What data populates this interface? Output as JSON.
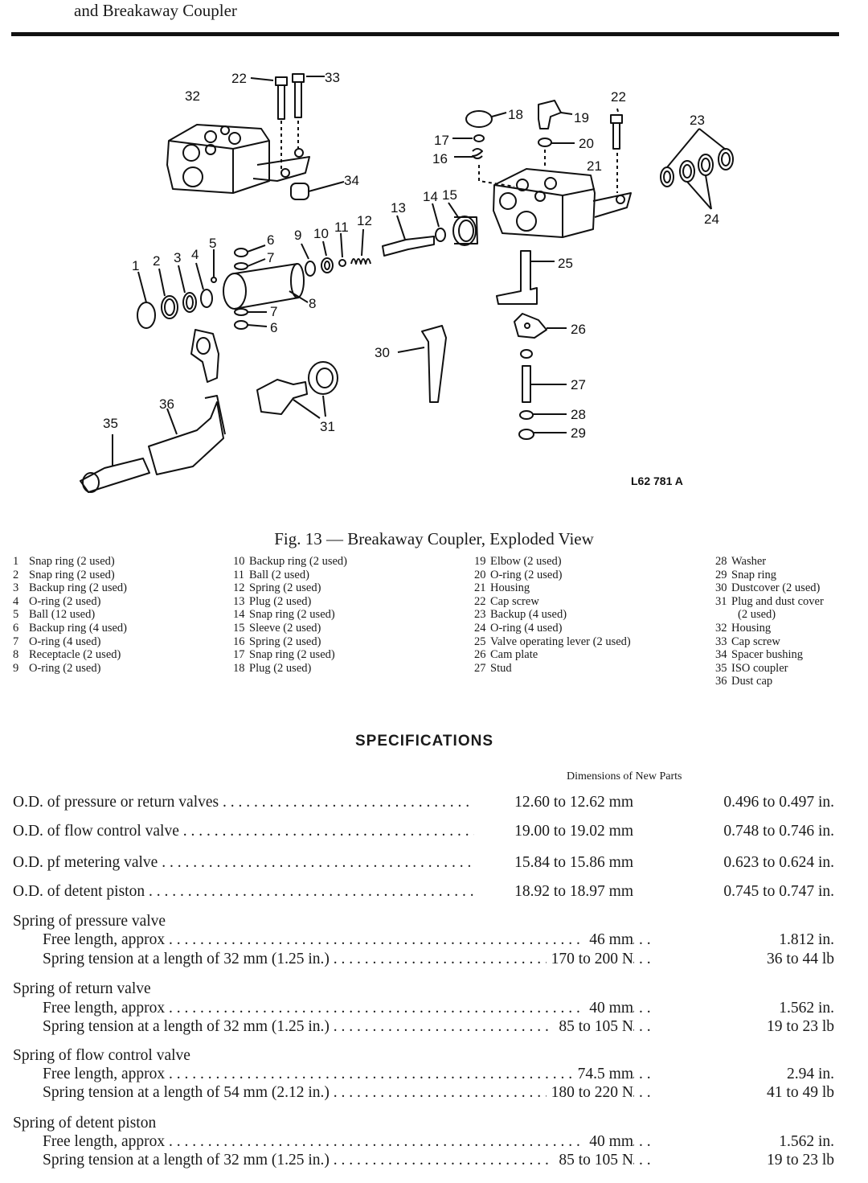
{
  "header": {
    "subtitle": "and Breakaway Coupler"
  },
  "figure": {
    "code": "L62 781 A",
    "caption": "Fig. 13 — Breakaway Coupler, Exploded View",
    "callouts": [
      "1",
      "2",
      "3",
      "4",
      "5",
      "6",
      "7",
      "8",
      "9",
      "10",
      "11",
      "12",
      "13",
      "14",
      "15",
      "16",
      "17",
      "18",
      "19",
      "20",
      "21",
      "22",
      "23",
      "24",
      "25",
      "26",
      "27",
      "28",
      "29",
      "30",
      "31",
      "32",
      "33",
      "34",
      "35",
      "36"
    ]
  },
  "legend": {
    "col1": [
      {
        "n": "1",
        "t": "Snap ring (2 used)"
      },
      {
        "n": "2",
        "t": "Snap ring (2 used)"
      },
      {
        "n": "3",
        "t": "Backup ring (2 used)"
      },
      {
        "n": "4",
        "t": "O-ring (2 used)"
      },
      {
        "n": "5",
        "t": "Ball (12 used)"
      },
      {
        "n": "6",
        "t": "Backup ring (4 used)"
      },
      {
        "n": "7",
        "t": "O-ring (4 used)"
      },
      {
        "n": "8",
        "t": "Receptacle (2 used)"
      },
      {
        "n": "9",
        "t": "O-ring (2 used)"
      }
    ],
    "col2": [
      {
        "n": "10",
        "t": "Backup ring (2 used)"
      },
      {
        "n": "11",
        "t": "Ball (2 used)"
      },
      {
        "n": "12",
        "t": "Spring (2 used)"
      },
      {
        "n": "13",
        "t": "Plug (2 used)"
      },
      {
        "n": "14",
        "t": "Snap ring (2 used)"
      },
      {
        "n": "15",
        "t": "Sleeve (2 used)"
      },
      {
        "n": "16",
        "t": "Spring (2 used)"
      },
      {
        "n": "17",
        "t": "Snap ring (2 used)"
      },
      {
        "n": "18",
        "t": "Plug (2 used)"
      }
    ],
    "col3": [
      {
        "n": "19",
        "t": "Elbow (2 used)"
      },
      {
        "n": "20",
        "t": "O-ring (2 used)"
      },
      {
        "n": "21",
        "t": "Housing"
      },
      {
        "n": "22",
        "t": "Cap screw"
      },
      {
        "n": "23",
        "t": "Backup (4 used)"
      },
      {
        "n": "24",
        "t": "O-ring (4 used)"
      },
      {
        "n": "25",
        "t": "Valve operating lever (2 used)"
      },
      {
        "n": "26",
        "t": "Cam plate"
      },
      {
        "n": "27",
        "t": "Stud"
      }
    ],
    "col4": [
      {
        "n": "28",
        "t": "Washer"
      },
      {
        "n": "29",
        "t": "Snap ring"
      },
      {
        "n": "30",
        "t": "Dustcover (2 used)"
      },
      {
        "n": "31",
        "t": "Plug and dust cover"
      },
      {
        "n": "",
        "t": "(2 used)"
      },
      {
        "n": "32",
        "t": "Housing"
      },
      {
        "n": "33",
        "t": "Cap screw"
      },
      {
        "n": "34",
        "t": "Spacer bushing"
      },
      {
        "n": "35",
        "t": "ISO coupler"
      },
      {
        "n": "36",
        "t": "Dust cap"
      }
    ]
  },
  "specs": {
    "title": "SPECIFICATIONS",
    "column_header": "Dimensions of New Parts",
    "simple": [
      {
        "label": "O.D. of pressure or return valves",
        "metric": "12.60 to 12.62 mm",
        "imperial": "0.496 to 0.497 in."
      },
      {
        "label": "O.D. of flow control valve",
        "metric": "19.00 to 19.02 mm",
        "imperial": "0.748 to 0.746 in."
      },
      {
        "label": "O.D. pf metering valve",
        "metric": "15.84 to 15.86 mm",
        "imperial": "0.623 to 0.624 in."
      },
      {
        "label": "O.D. of detent piston",
        "metric": "18.92 to 18.97 mm",
        "imperial": "0.745 to 0.747 in."
      }
    ],
    "groups": [
      {
        "title": "Spring of pressure valve",
        "free_label": "Free length, approx",
        "free_metric": "46 mm",
        "free_imperial": "1.812 in.",
        "tension_label": "Spring tension at a length of 32 mm (1.25 in.)",
        "tension_metric": "170 to 200 N",
        "tension_imperial": "36 to 44 lb"
      },
      {
        "title": "Spring of return valve",
        "free_label": "Free length, approx",
        "free_metric": "40 mm",
        "free_imperial": "1.562 in.",
        "tension_label": "Spring tension at a length of 32 mm (1.25 in.)",
        "tension_metric": "85 to 105 N",
        "tension_imperial": "19 to 23 lb"
      },
      {
        "title": "Spring of flow control valve",
        "free_label": "Free length, approx",
        "free_metric": "74.5 mm",
        "free_imperial": "2.94 in.",
        "tension_label": "Spring tension at a length of 54 mm (2.12 in.)",
        "tension_metric": "180 to 220 N",
        "tension_imperial": "41 to 49 lb"
      },
      {
        "title": "Spring of detent piston",
        "free_label": "Free length, approx",
        "free_metric": "40 mm",
        "free_imperial": "1.562 in.",
        "tension_label": "Spring tension at a length of 32 mm (1.25 in.)",
        "tension_metric": "85 to 105 N",
        "tension_imperial": "19 to 23 lb"
      }
    ]
  }
}
